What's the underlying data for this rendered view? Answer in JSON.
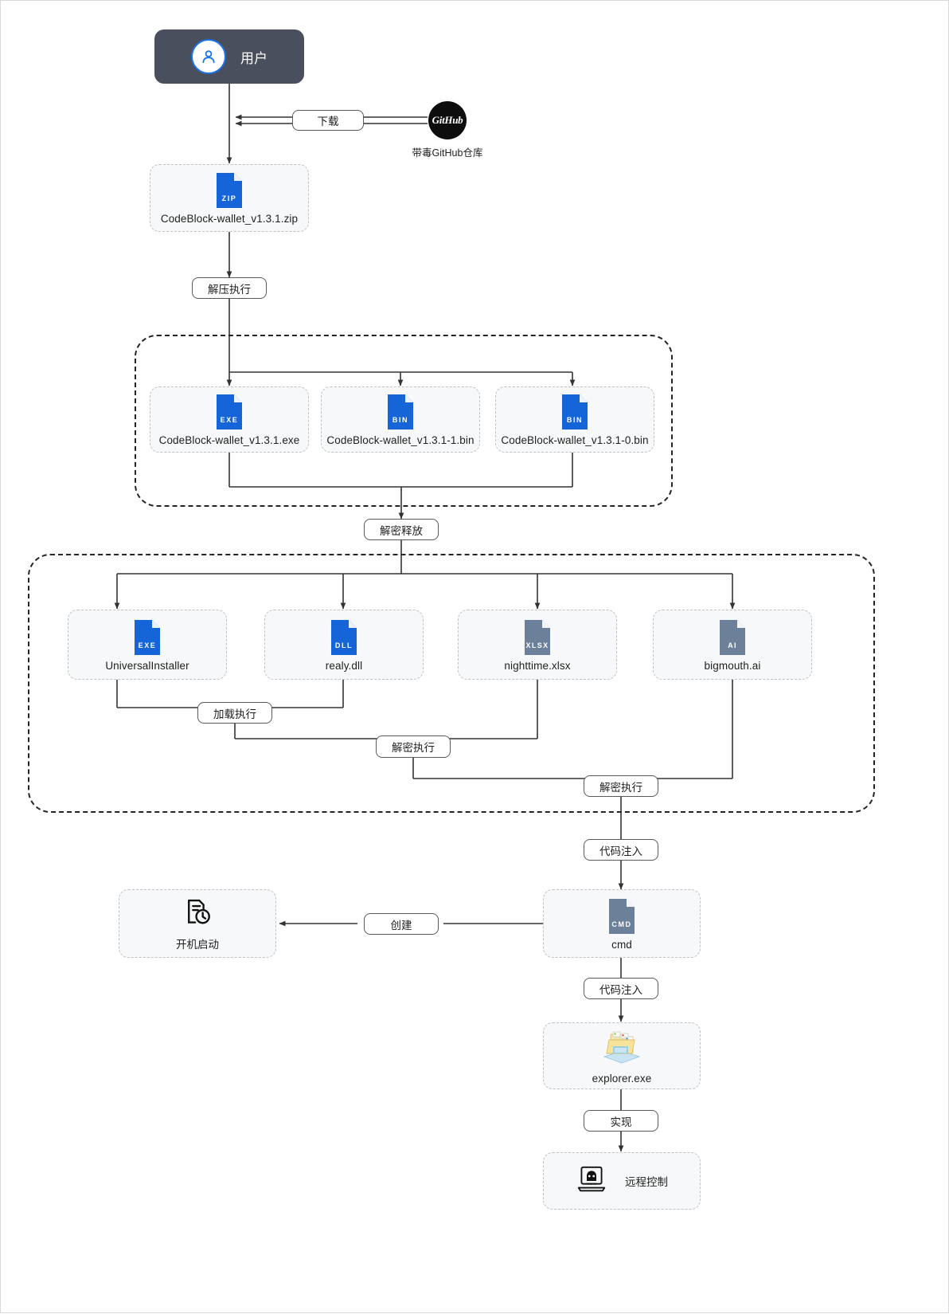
{
  "diagram": {
    "title": "CodeBlock-wallet malware infection chain",
    "colors": {
      "user_node_bg": "#4a4f5e",
      "file_blue": "#1565d8",
      "file_slate": "#6c8099",
      "node_bg": "#f7f8f9",
      "node_border": "#bfc3c7",
      "group_border": "#242424",
      "edge": "#333333",
      "github_black": "#0d0d0d",
      "explorer_folder": "#f2d98c"
    },
    "nodes": {
      "user": {
        "label": "用户",
        "icon": "user-icon"
      },
      "github": {
        "logo_text": "GitHub",
        "caption": "带毒GitHub仓库",
        "icon": "github-icon"
      },
      "zip": {
        "label": "CodeBlock-wallet_v1.3.1.zip",
        "ext": "ZIP",
        "icon": "zip-file-icon"
      },
      "exe_main": {
        "label": "CodeBlock-wallet_v1.3.1.exe",
        "ext": "EXE",
        "icon": "exe-file-icon"
      },
      "bin1": {
        "label": "CodeBlock-wallet_v1.3.1-1.bin",
        "ext": "BIN",
        "icon": "bin-file-icon"
      },
      "bin0": {
        "label": "CodeBlock-wallet_v1.3.1-0.bin",
        "ext": "BIN",
        "icon": "bin-file-icon"
      },
      "universal_installer": {
        "label": "UniversalInstaller",
        "ext": "EXE",
        "icon": "exe-file-icon"
      },
      "realy_dll": {
        "label": "realy.dll",
        "ext": "DLL",
        "icon": "dll-file-icon"
      },
      "nighttime_xlsx": {
        "label": "nighttime.xlsx",
        "ext": "XLSX",
        "icon": "xlsx-file-icon"
      },
      "bigmouth_ai": {
        "label": "bigmouth.ai",
        "ext": "AI",
        "icon": "ai-file-icon"
      },
      "startup": {
        "label": "开机启动",
        "icon": "scheduled-task-icon"
      },
      "cmd": {
        "label": "cmd",
        "ext": "CMD",
        "icon": "cmd-file-icon"
      },
      "explorer": {
        "label": "explorer.exe",
        "icon": "windows-explorer-folder-icon"
      },
      "remote_control": {
        "label": "远程控制",
        "icon": "hacker-laptop-icon"
      }
    },
    "edge_labels": {
      "download": "下载",
      "unzip_execute": "解压执行",
      "decrypt_release": "解密释放",
      "load_execute": "加载执行",
      "decrypt_execute_1": "解密执行",
      "decrypt_execute_2": "解密执行",
      "code_inject_1": "代码注入",
      "create": "创建",
      "code_inject_2": "代码注入",
      "implement": "实现"
    }
  }
}
